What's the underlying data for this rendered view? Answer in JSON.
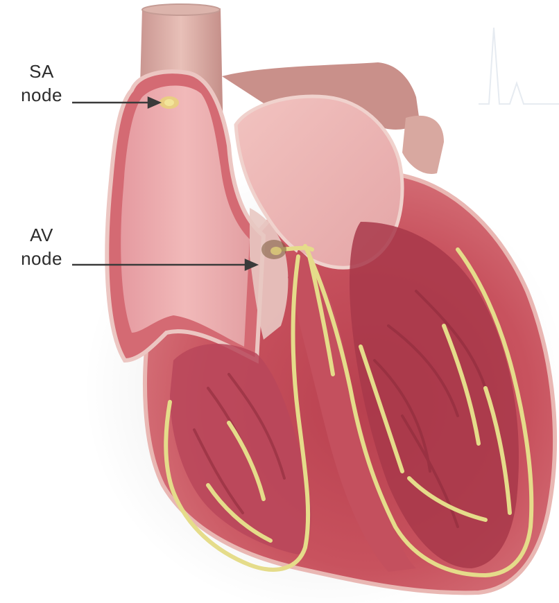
{
  "labels": {
    "sa_node": {
      "line1": "SA",
      "line2": "node"
    },
    "av_node": {
      "line1": "AV",
      "line2": "node"
    }
  },
  "colors": {
    "muscle": "#c8525e",
    "muscle_dark": "#a33a48",
    "chamber": "#e5a6a8",
    "atrium": "#e8a3a6",
    "conduction": "#e8e08a",
    "vessel": "#d9a9a2",
    "arrow": "#3a3a3a",
    "label_text": "#2c2c2c"
  },
  "icons": {
    "sa_node_marker": "sa-node-dot-icon",
    "av_node_marker": "av-node-dot-icon"
  }
}
